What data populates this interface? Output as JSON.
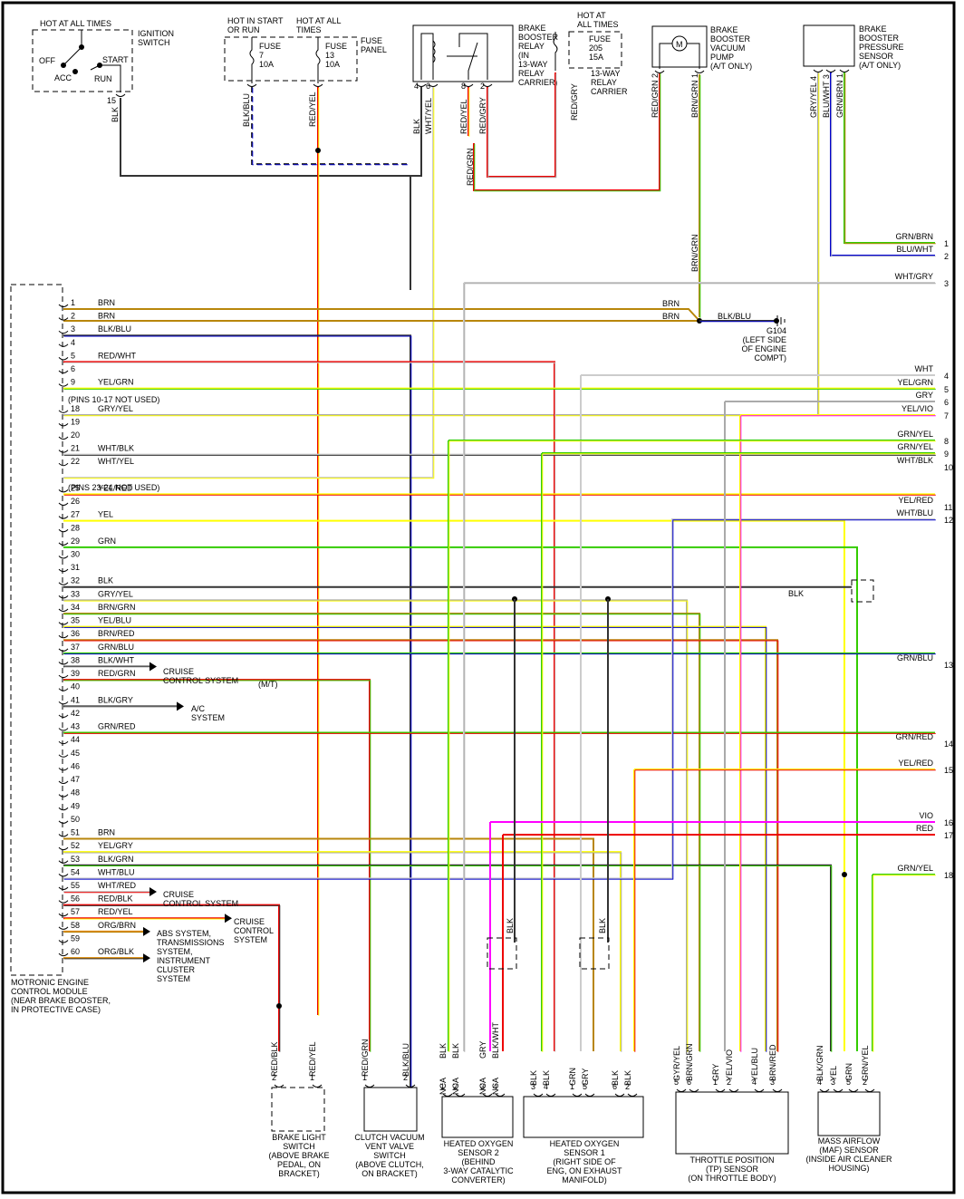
{
  "diagram_id": "138672",
  "colors": {
    "BRN": "#b8860b",
    "BLK": "#333333",
    "BLU": "#0000cc",
    "RED": "#ee0000",
    "WHT": "#cccccc",
    "YEL": "#ffff00",
    "GRN": "#33cc00",
    "GRY": "#aaaaaa",
    "VIO": "#ff00ff",
    "ORG": "#dd8800"
  },
  "components": {
    "ignition_switch": {
      "title": "IGNITION SWITCH",
      "hot": "HOT AT ALL TIMES",
      "positions": [
        "OFF",
        "ACC",
        "RUN",
        "START"
      ],
      "pin": "15",
      "wire": "BLK"
    },
    "fuse_panel": {
      "title": "FUSE PANEL",
      "hot_start_run": "HOT IN START OR RUN",
      "hot_all": "HOT AT ALL TIMES",
      "fuses": [
        {
          "label": "FUSE",
          "num": "7",
          "amp": "10A",
          "wire": "BLK/BLU"
        },
        {
          "label": "FUSE",
          "num": "13",
          "amp": "10A",
          "wire": "RED/YEL"
        }
      ]
    },
    "brake_booster_relay": {
      "title": [
        "BRAKE",
        "BOOSTER",
        "RELAY",
        "(IN",
        "13-WAY",
        "RELAY",
        "CARRIER)"
      ],
      "pins": [
        {
          "n": "4",
          "wire": "BLK"
        },
        {
          "n": "6",
          "wire": "WHT/YEL"
        },
        {
          "n": "8",
          "wire": "RED/YEL"
        },
        {
          "n": "2",
          "wire": "RED/GRY"
        }
      ],
      "splice_wire": "RED/GRN"
    },
    "fuse_205": {
      "hot": [
        "HOT AT",
        "ALL TIMES"
      ],
      "label": "FUSE",
      "num": "205",
      "amp": "15A",
      "carrier": [
        "13-WAY",
        "RELAY",
        "CARRIER"
      ],
      "wire": "RED/GRY"
    },
    "vacuum_pump": {
      "title": [
        "BRAKE",
        "BOOSTER",
        "VACUUM",
        "PUMP",
        "(A/T ONLY)"
      ],
      "pins": [
        {
          "n": "2",
          "wire": "RED/GRN"
        },
        {
          "n": "1",
          "wire": "BRN/GRN"
        }
      ],
      "motor": "M"
    },
    "pressure_sensor": {
      "title": [
        "BRAKE",
        "BOOSTER",
        "PRESSURE",
        "SENSOR",
        "(A/T ONLY)"
      ],
      "pins": [
        {
          "n": "4",
          "wire": "GRY/YEL"
        },
        {
          "n": "3",
          "wire": "BLU/WHT"
        },
        {
          "n": "1",
          "wire": "GRN/BRN"
        }
      ]
    },
    "ground": {
      "id": "G104",
      "desc": [
        "(LEFT SIDE",
        "OF ENGINE",
        "COMPT)"
      ],
      "wire": "BLK/BLU",
      "brn1": "BRN",
      "brn2": "BRN",
      "vert_wire": "BRN/GRN"
    },
    "ecm": {
      "title": [
        "MOTRONIC ENGINE",
        "CONTROL MODULE",
        "(NEAR BRAKE BOOSTER,",
        "IN PROTECTIVE CASE)"
      ],
      "notes": {
        "n10_17": "(PINS 10-17 NOT USED)",
        "n23_24": "(PINS 23-24 NOT USED)"
      },
      "pins": [
        {
          "n": "1",
          "wire": "BRN"
        },
        {
          "n": "2",
          "wire": "BRN"
        },
        {
          "n": "3",
          "wire": "BLK/BLU"
        },
        {
          "n": "4",
          "wire": ""
        },
        {
          "n": "5",
          "wire": "RED/WHT"
        },
        {
          "n": "6",
          "wire": ""
        },
        {
          "n": "9",
          "wire": "YEL/GRN"
        },
        {
          "n": "18",
          "wire": "GRY/YEL"
        },
        {
          "n": "19",
          "wire": ""
        },
        {
          "n": "20",
          "wire": ""
        },
        {
          "n": "21",
          "wire": "WHT/BLK"
        },
        {
          "n": "22",
          "wire": "WHT/YEL"
        },
        {
          "n": "25",
          "wire": "YEL/RED"
        },
        {
          "n": "26",
          "wire": ""
        },
        {
          "n": "27",
          "wire": "YEL"
        },
        {
          "n": "28",
          "wire": ""
        },
        {
          "n": "29",
          "wire": "GRN"
        },
        {
          "n": "30",
          "wire": ""
        },
        {
          "n": "31",
          "wire": ""
        },
        {
          "n": "32",
          "wire": "BLK"
        },
        {
          "n": "33",
          "wire": "GRY/YEL"
        },
        {
          "n": "34",
          "wire": "BRN/GRN"
        },
        {
          "n": "35",
          "wire": "YEL/BLU"
        },
        {
          "n": "36",
          "wire": "BRN/RED"
        },
        {
          "n": "37",
          "wire": "GRN/BLU"
        },
        {
          "n": "38",
          "wire": "BLK/WHT"
        },
        {
          "n": "39",
          "wire": "RED/GRN"
        },
        {
          "n": "40",
          "wire": ""
        },
        {
          "n": "41",
          "wire": "BLK/GRY"
        },
        {
          "n": "42",
          "wire": ""
        },
        {
          "n": "43",
          "wire": "GRN/RED"
        },
        {
          "n": "44",
          "wire": ""
        },
        {
          "n": "45",
          "wire": ""
        },
        {
          "n": "46",
          "wire": ""
        },
        {
          "n": "47",
          "wire": ""
        },
        {
          "n": "48",
          "wire": ""
        },
        {
          "n": "49",
          "wire": ""
        },
        {
          "n": "50",
          "wire": ""
        },
        {
          "n": "51",
          "wire": "BRN"
        },
        {
          "n": "52",
          "wire": "YEL/GRY"
        },
        {
          "n": "53",
          "wire": "BLK/GRN"
        },
        {
          "n": "54",
          "wire": "WHT/BLU"
        },
        {
          "n": "55",
          "wire": "WHT/RED"
        },
        {
          "n": "56",
          "wire": "RED/BLK"
        },
        {
          "n": "57",
          "wire": "RED/YEL"
        },
        {
          "n": "58",
          "wire": "ORG/BRN"
        },
        {
          "n": "59",
          "wire": ""
        },
        {
          "n": "60",
          "wire": "ORG/BLK"
        }
      ],
      "refs": {
        "cruise1": [
          "CRUISE",
          "CONTROL SYSTEM"
        ],
        "ac": [
          "A/C",
          "SYSTEM"
        ],
        "mt": "(M/T)",
        "cruise2": [
          "CRUISE",
          "CONTROL SYSTEM"
        ],
        "cruise3": [
          "CRUISE",
          "CONTROL",
          "SYSTEM"
        ],
        "abs": [
          "ABS SYSTEM,",
          "TRANSMISSIONS",
          "SYSTEM,",
          "INSTRUMENT",
          "CLUSTER",
          "SYSTEM"
        ]
      }
    },
    "right_refs": [
      {
        "n": "1",
        "wire": "GRN/BRN"
      },
      {
        "n": "2",
        "wire": "BLU/WHT"
      },
      {
        "n": "3",
        "wire": "WHT/GRY"
      },
      {
        "n": "4",
        "wire": "WHT"
      },
      {
        "n": "5",
        "wire": "YEL/GRN"
      },
      {
        "n": "6",
        "wire": "GRY"
      },
      {
        "n": "7",
        "wire": "YEL/VIO"
      },
      {
        "n": "8",
        "wire": "GRN/YEL"
      },
      {
        "n": "9",
        "wire": "GRN/YEL"
      },
      {
        "n": "10",
        "wire": "WHT/BLK"
      },
      {
        "n": "11",
        "wire": "YEL/RED"
      },
      {
        "n": "12",
        "wire": "WHT/BLU"
      },
      {
        "n": "13",
        "wire": "GRN/BLU"
      },
      {
        "n": "14",
        "wire": "GRN/RED"
      },
      {
        "n": "15",
        "wire": "YEL/RED"
      },
      {
        "n": "16",
        "wire": "VIO"
      },
      {
        "n": "17",
        "wire": "RED"
      },
      {
        "n": "18",
        "wire": "GRN/YEL"
      }
    ],
    "blk_right": "BLK",
    "brake_light_switch": {
      "title": [
        "BRAKE LIGHT",
        "SWITCH",
        "(ABOVE BRAKE",
        "PEDAL, ON",
        "BRACKET)"
      ],
      "pins": [
        {
          "n": "2",
          "wire": "RED/BLK"
        },
        {
          "n": "1",
          "wire": "RED/YEL"
        }
      ]
    },
    "clutch_valve": {
      "title": [
        "CLUTCH VACUUM",
        "VENT VALVE",
        "SWITCH",
        "(ABOVE CLUTCH,",
        "ON BRACKET)"
      ],
      "pins": [
        {
          "n": "1",
          "wire": "RED/GRN"
        },
        {
          "n": "2",
          "wire": "BLK/BLU"
        }
      ]
    },
    "ho2s2": {
      "title": [
        "HEATED OXYGEN",
        "SENSOR 2",
        "(BEHIND",
        "3-WAY CATALYTIC",
        "CONVERTER)"
      ],
      "top_wires": [
        {
          "w": "GRN/YEL"
        },
        {
          "w": "WHT/GRY"
        },
        {
          "w": "VIO"
        },
        {
          "w": "RED"
        }
      ],
      "pins": [
        {
          "n": "1",
          "wire": "BLK",
          "nc": "NCA"
        },
        {
          "n": "2",
          "wire": "BLK",
          "nc": "NCA"
        },
        {
          "n": "3",
          "wire": "GRY",
          "nc": "NCA"
        },
        {
          "n": "4",
          "wire": "BLK/WHT",
          "nc": "NCA"
        }
      ],
      "blk_label": "BLK"
    },
    "ho2s1": {
      "title": [
        "HEATED OXYGEN",
        "SENSOR 1",
        "(RIGHT SIDE OF",
        "ENG, ON EXHAUST",
        "MANIFOLD)"
      ],
      "top_wires": [
        {
          "w": "GRN/YEL"
        },
        {
          "w": "RED/WHT"
        },
        {
          "w": "WHT"
        },
        {
          "w": "BRN"
        },
        {
          "w": "YEL/GRY"
        },
        {
          "w": "YEL/RED"
        }
      ],
      "pins": [
        {
          "n": "3",
          "wire": "BLK"
        },
        {
          "n": "4",
          "wire": "BLK"
        },
        {
          "n": "1",
          "wire": "GRN"
        },
        {
          "n": "5",
          "wire": "GRY"
        },
        {
          "n": "6",
          "wire": "BLK"
        },
        {
          "n": "2",
          "wire": "BLK"
        }
      ],
      "blk_label": "BLK"
    },
    "tp_sensor": {
      "title": [
        "THROTTLE POSITION",
        "(TP) SENSOR",
        "(ON THROTTLE BODY)"
      ],
      "pins": [
        {
          "n": "5",
          "wire": "GYR/YEL"
        },
        {
          "n": "6",
          "wire": "BRN/GRN"
        },
        {
          "n": "1",
          "wire": "GRY"
        },
        {
          "n": "2",
          "wire": "YEL/VIO"
        },
        {
          "n": "4",
          "wire": "YEL/BLU"
        },
        {
          "n": "3",
          "wire": "BRN/RED"
        }
      ]
    },
    "maf_sensor": {
      "title": [
        "MASS AIRFLOW",
        "(MAF) SENSOR",
        "(INSIDE AIR CLEANER",
        "HOUSING)"
      ],
      "pins": [
        {
          "n": "4",
          "wire": "BLK/GRN"
        },
        {
          "n": "3",
          "wire": "YEL"
        },
        {
          "n": "5",
          "wire": "GRN"
        },
        {
          "n": "2",
          "wire": "GRN/YEL"
        }
      ]
    }
  }
}
